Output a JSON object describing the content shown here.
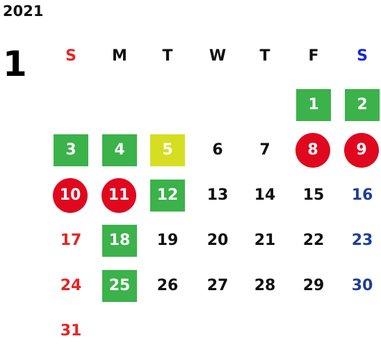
{
  "calendar": {
    "year": "2021",
    "month": "1",
    "weekdays": [
      "S",
      "M",
      "T",
      "W",
      "T",
      "F",
      "S"
    ],
    "colors": {
      "sunday": "#e32626",
      "saturday": "#1e3f98",
      "saturday_header": "#1727d6",
      "green": "#3bb24a",
      "yellow": "#d6de22",
      "red": "#e0081f"
    },
    "days": [
      {
        "day": "1",
        "week": 0,
        "dow": 5,
        "marker": "green"
      },
      {
        "day": "2",
        "week": 0,
        "dow": 6,
        "marker": "green"
      },
      {
        "day": "3",
        "week": 1,
        "dow": 0,
        "marker": "green"
      },
      {
        "day": "4",
        "week": 1,
        "dow": 1,
        "marker": "green"
      },
      {
        "day": "5",
        "week": 1,
        "dow": 2,
        "marker": "yellow"
      },
      {
        "day": "6",
        "week": 1,
        "dow": 3,
        "marker": ""
      },
      {
        "day": "7",
        "week": 1,
        "dow": 4,
        "marker": ""
      },
      {
        "day": "8",
        "week": 1,
        "dow": 5,
        "marker": "red"
      },
      {
        "day": "9",
        "week": 1,
        "dow": 6,
        "marker": "red"
      },
      {
        "day": "10",
        "week": 2,
        "dow": 0,
        "marker": "red"
      },
      {
        "day": "11",
        "week": 2,
        "dow": 1,
        "marker": "red"
      },
      {
        "day": "12",
        "week": 2,
        "dow": 2,
        "marker": "green"
      },
      {
        "day": "13",
        "week": 2,
        "dow": 3,
        "marker": ""
      },
      {
        "day": "14",
        "week": 2,
        "dow": 4,
        "marker": ""
      },
      {
        "day": "15",
        "week": 2,
        "dow": 5,
        "marker": ""
      },
      {
        "day": "16",
        "week": 2,
        "dow": 6,
        "marker": ""
      },
      {
        "day": "17",
        "week": 3,
        "dow": 0,
        "marker": ""
      },
      {
        "day": "18",
        "week": 3,
        "dow": 1,
        "marker": "green"
      },
      {
        "day": "19",
        "week": 3,
        "dow": 2,
        "marker": ""
      },
      {
        "day": "20",
        "week": 3,
        "dow": 3,
        "marker": ""
      },
      {
        "day": "21",
        "week": 3,
        "dow": 4,
        "marker": ""
      },
      {
        "day": "22",
        "week": 3,
        "dow": 5,
        "marker": ""
      },
      {
        "day": "23",
        "week": 3,
        "dow": 6,
        "marker": ""
      },
      {
        "day": "24",
        "week": 4,
        "dow": 0,
        "marker": ""
      },
      {
        "day": "25",
        "week": 4,
        "dow": 1,
        "marker": "green"
      },
      {
        "day": "26",
        "week": 4,
        "dow": 2,
        "marker": ""
      },
      {
        "day": "27",
        "week": 4,
        "dow": 3,
        "marker": ""
      },
      {
        "day": "28",
        "week": 4,
        "dow": 4,
        "marker": ""
      },
      {
        "day": "29",
        "week": 4,
        "dow": 5,
        "marker": ""
      },
      {
        "day": "30",
        "week": 4,
        "dow": 6,
        "marker": ""
      },
      {
        "day": "31",
        "week": 5,
        "dow": 0,
        "marker": ""
      }
    ]
  }
}
